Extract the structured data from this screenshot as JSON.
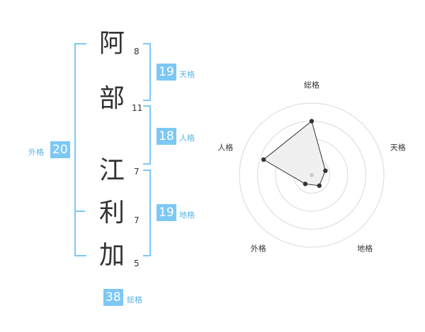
{
  "name_chars": [
    {
      "char": "阿",
      "strokes": "8"
    },
    {
      "char": "部",
      "strokes": "11"
    },
    {
      "char": "江",
      "strokes": "7"
    },
    {
      "char": "利",
      "strokes": "7"
    },
    {
      "char": "加",
      "strokes": "5"
    }
  ],
  "kaku": {
    "tenkaku": {
      "label": "天格",
      "value": "19"
    },
    "jinkaku": {
      "label": "人格",
      "value": "18"
    },
    "chikaku": {
      "label": "地格",
      "value": "19"
    },
    "gaikaku": {
      "label": "外格",
      "value": "20"
    },
    "soukaku": {
      "label": "総格",
      "value": "38"
    }
  },
  "colors": {
    "accent": "#7cc8f5",
    "label": "#5bb3e8",
    "text": "#333333"
  },
  "chart_data": {
    "type": "radar",
    "axes": [
      "総格",
      "天格",
      "地格",
      "外格",
      "人格"
    ],
    "values": [
      0.75,
      0.2,
      0.18,
      0.15,
      0.7
    ],
    "rings": 4
  }
}
